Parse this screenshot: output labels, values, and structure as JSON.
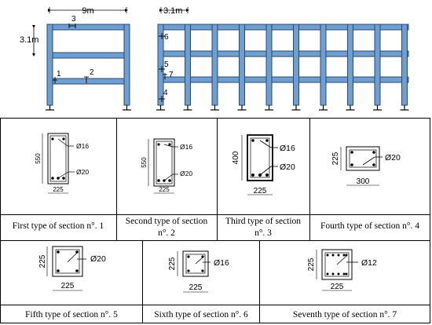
{
  "frames": {
    "left": {
      "span_label": "9m",
      "height_label": "3.1m",
      "section_markers": [
        "3",
        "1",
        "2"
      ]
    },
    "right": {
      "span_label": "3.1m",
      "section_markers": [
        "6",
        "5",
        "7",
        "4"
      ]
    },
    "colors": {
      "member_fill": "#6f9ed0",
      "member_edge": "#2a4a6e"
    }
  },
  "sections": [
    {
      "caption": "First type of section n°. 1",
      "height_dim": "550",
      "width_dim": "225",
      "top_bar": "Ø16",
      "bottom_bar": "Ø20"
    },
    {
      "caption": "Second type of section n°. 2",
      "height_dim": "550",
      "width_dim": "225",
      "top_bar": "Ø16",
      "bottom_bar": "Ø20"
    },
    {
      "caption": "Third type of section n°. 3",
      "height_dim": "400",
      "width_dim": "225",
      "top_bar": "Ø16",
      "bottom_bar": "Ø20"
    },
    {
      "caption": "Fourth type of section n°. 4",
      "height_dim": "225",
      "width_dim": "300",
      "bar": "Ø20"
    },
    {
      "caption": "Fifth type of section n°. 5",
      "height_dim": "225",
      "width_dim": "225",
      "bar": "Ø20"
    },
    {
      "caption": "Sixth type of section n°. 6",
      "height_dim": "225",
      "width_dim": "225",
      "bar": "Ø16"
    },
    {
      "caption": "Seventh type of section n°. 7",
      "height_dim": "225",
      "width_dim": "225",
      "bar": "Ø12"
    }
  ]
}
